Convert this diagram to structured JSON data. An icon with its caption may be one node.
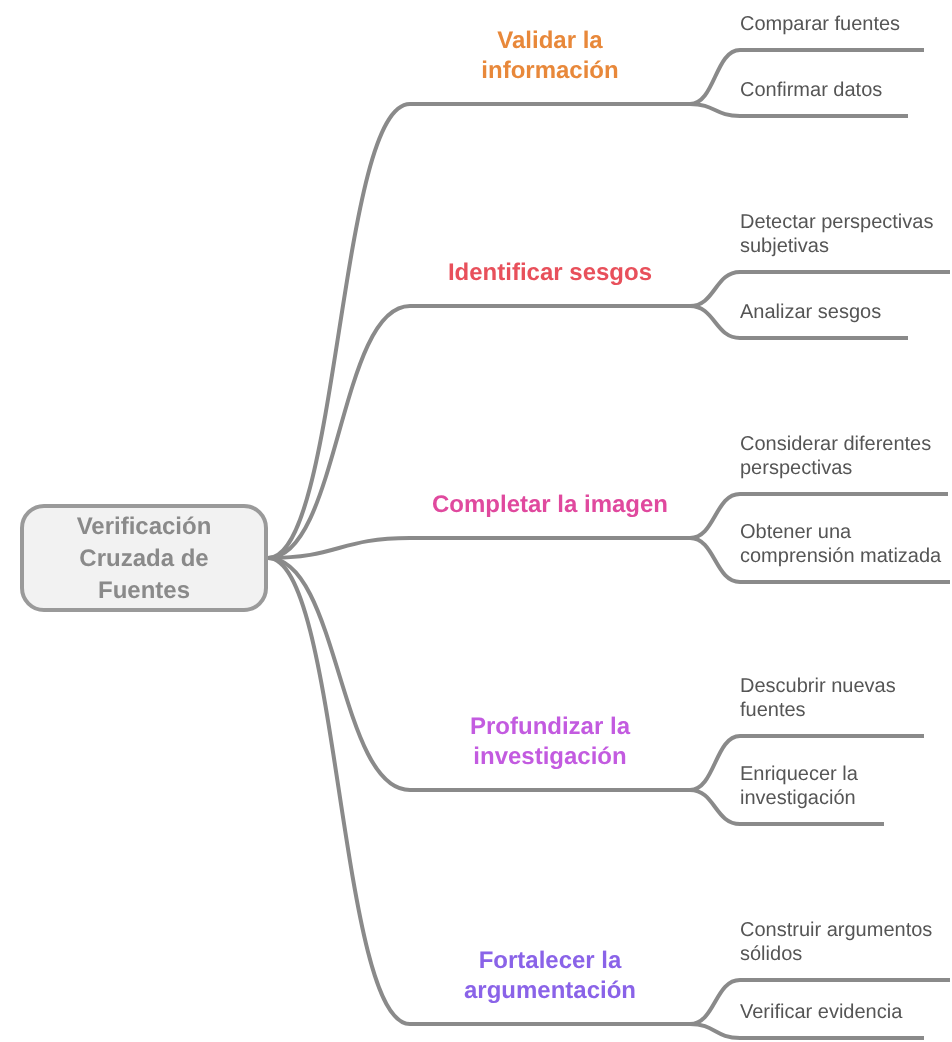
{
  "diagram": {
    "nodes": [
      {
        "text": [
          "Verificación Cruzada de Fuentes"
        ]
      },
      {
        "text": [
          "Validar la información"
        ]
      },
      {
        "text": [
          "Comparar fuentes"
        ]
      },
      {
        "text": [
          "Confirmar datos"
        ]
      },
      {
        "text": [
          "Identificar sesgos"
        ]
      },
      {
        "text": [
          "Detectar perspectivas subjetivas"
        ]
      },
      {
        "text": [
          "Analizar sesgos"
        ]
      },
      {
        "text": [
          "Completar la imagen"
        ]
      },
      {
        "text": [
          "Considerar diferentes perspectivas"
        ]
      },
      {
        "text": [
          "Obtener una comprensión matizada"
        ]
      },
      {
        "text": [
          "Profundizar la investigación"
        ]
      },
      {
        "text": [
          "Descubrir nuevas fuentes"
        ]
      },
      {
        "text": [
          "Enriquecer la investigación"
        ]
      },
      {
        "text": [
          "Fortalecer la argumentación"
        ]
      },
      {
        "text": [
          "Construir argumentos sólidos"
        ]
      },
      {
        "text": [
          "Verificar evidencia"
        ]
      }
    ],
    "edges": [
      {
        "from": 0,
        "to": 1,
        "arrow": "none"
      },
      {
        "from": 1,
        "to": 2,
        "arrow": "none"
      },
      {
        "from": 1,
        "to": 3,
        "arrow": "none"
      },
      {
        "from": 0,
        "to": 4,
        "arrow": "none"
      },
      {
        "from": 4,
        "to": 5,
        "arrow": "none"
      },
      {
        "from": 4,
        "to": 6,
        "arrow": "none"
      },
      {
        "from": 0,
        "to": 7,
        "arrow": "none"
      },
      {
        "from": 7,
        "to": 8,
        "arrow": "none"
      },
      {
        "from": 7,
        "to": 9,
        "arrow": "none"
      },
      {
        "from": 0,
        "to": 10,
        "arrow": "none"
      },
      {
        "from": 10,
        "to": 11,
        "arrow": "none"
      },
      {
        "from": 10,
        "to": 12,
        "arrow": "none"
      },
      {
        "from": 0,
        "to": 13,
        "arrow": "none"
      },
      {
        "from": 13,
        "to": 14,
        "arrow": "none"
      },
      {
        "from": 13,
        "to": 15,
        "arrow": "none"
      }
    ]
  }
}
